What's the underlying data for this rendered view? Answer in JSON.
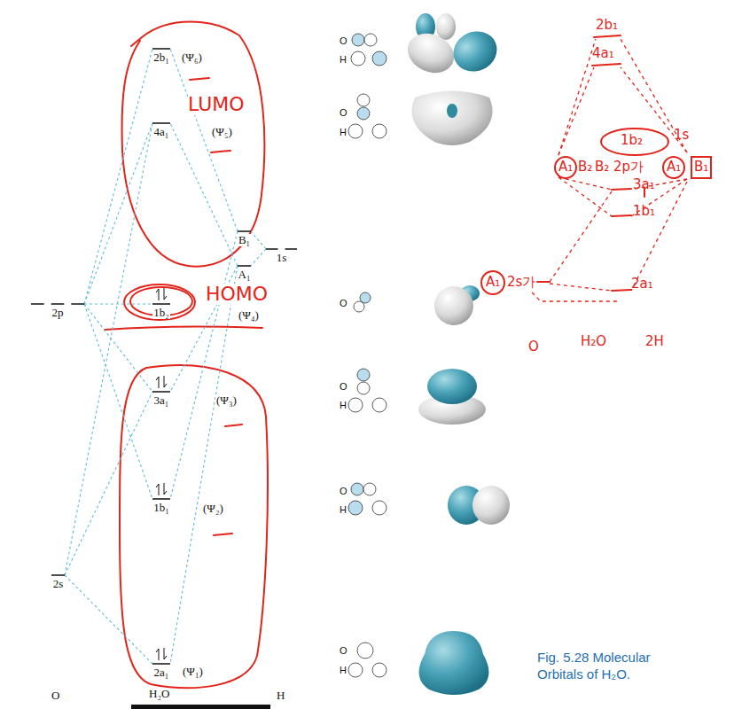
{
  "diagram": {
    "caption": "Fig. 5.28 Molecular Orbitals of H₂O.",
    "nodes": [
      {
        "text": [
          "2b₁",
          "(Ψ₆)"
        ]
      },
      {
        "text": [
          "4a₁",
          "(Ψ₅)"
        ]
      },
      {
        "text": [
          "2p"
        ]
      },
      {
        "text": [
          "B₁"
        ]
      },
      {
        "text": [
          "1s"
        ]
      },
      {
        "text": [
          "A₁"
        ]
      },
      {
        "text": [
          "1b₂",
          "(Ψ₄)"
        ]
      },
      {
        "text": [
          "3a₁",
          "(Ψ₃)"
        ]
      },
      {
        "text": [
          "1b₁",
          "(Ψ₂)"
        ]
      },
      {
        "text": [
          "2s"
        ]
      },
      {
        "text": [
          "2a₁",
          "(Ψ₁)"
        ]
      }
    ],
    "edges": [
      {
        "from": 2,
        "to": 0,
        "arrow": "none"
      },
      {
        "from": 2,
        "to": 1,
        "arrow": "none"
      },
      {
        "from": 2,
        "to": 6,
        "arrow": "none"
      },
      {
        "from": 2,
        "to": 7,
        "arrow": "none"
      },
      {
        "from": 2,
        "to": 8,
        "arrow": "none"
      },
      {
        "from": 9,
        "to": 1,
        "arrow": "none"
      },
      {
        "from": 9,
        "to": 7,
        "arrow": "none"
      },
      {
        "from": 9,
        "to": 10,
        "arrow": "none"
      },
      {
        "from": 3,
        "to": 0,
        "arrow": "none"
      },
      {
        "from": 3,
        "to": 8,
        "arrow": "none"
      },
      {
        "from": 5,
        "to": 1,
        "arrow": "none"
      },
      {
        "from": 5,
        "to": 7,
        "arrow": "none"
      },
      {
        "from": 5,
        "to": 10,
        "arrow": "none"
      },
      {
        "from": 4,
        "to": 3,
        "arrow": "none"
      },
      {
        "from": 4,
        "to": 5,
        "arrow": "none"
      }
    ],
    "labels": [
      "O",
      "H",
      "O",
      "H",
      "O",
      "O",
      "H",
      "O",
      "H",
      "O",
      "H",
      "O",
      "H₂O",
      "H",
      "LUMO",
      "HOMO",
      "2b₁",
      "4a₁",
      "A₁",
      "B₂",
      "B₂",
      "2p가",
      "1b₂",
      "1s",
      "A₁",
      "B₁",
      "3a₁",
      "1b₁",
      "A₁",
      "2s가",
      "2a₁",
      "O",
      "H₂O",
      "2H"
    ]
  }
}
